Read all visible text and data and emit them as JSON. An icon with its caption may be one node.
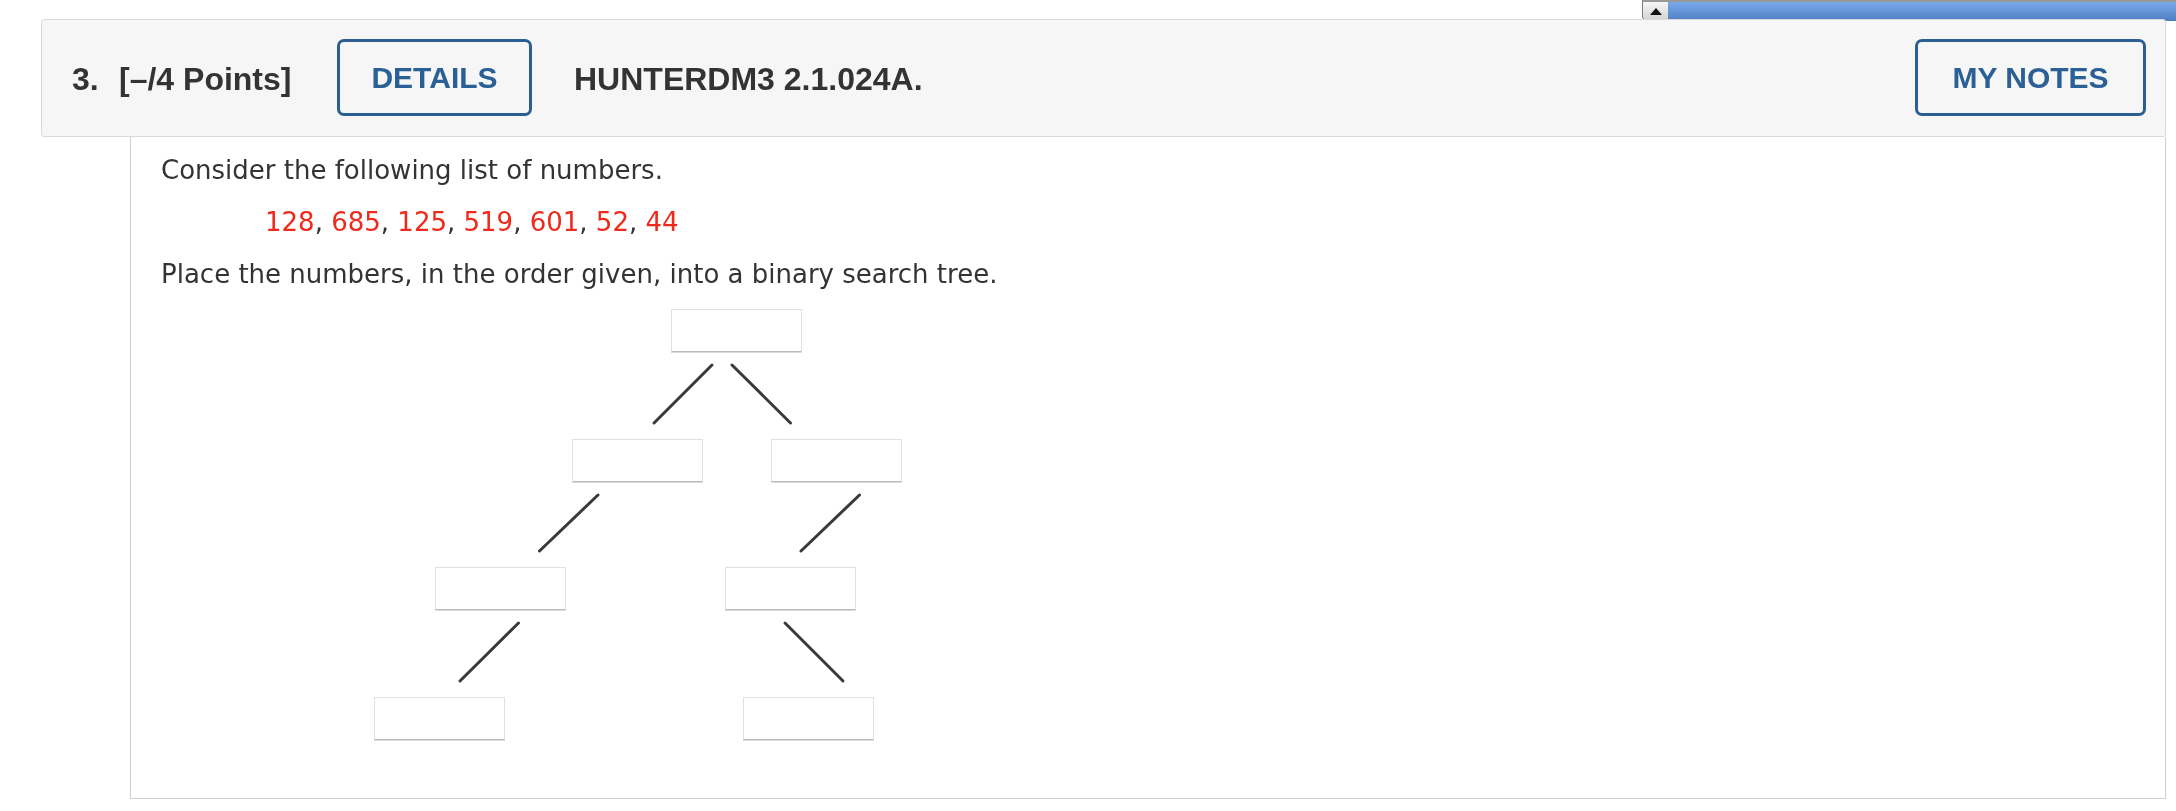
{
  "diagram": {
    "nodes": [
      {
        "text": [],
        "shape": "box"
      },
      {
        "text": [],
        "shape": "box"
      },
      {
        "text": [],
        "shape": "box"
      },
      {
        "text": [],
        "shape": "box"
      },
      {
        "text": [],
        "shape": "box"
      },
      {
        "text": [],
        "shape": "box"
      },
      {
        "text": [],
        "shape": "box"
      }
    ],
    "edges": [
      {
        "from": 0,
        "to": 1,
        "arrow": "none"
      },
      {
        "from": 0,
        "to": 2,
        "arrow": "none"
      },
      {
        "from": 1,
        "to": 3,
        "arrow": "none"
      },
      {
        "from": 2,
        "to": 4,
        "arrow": "none"
      },
      {
        "from": 3,
        "to": 5,
        "arrow": "none"
      },
      {
        "from": 4,
        "to": 6,
        "arrow": "none"
      }
    ],
    "labels": [
      "3.",
      "[–/4 Points]",
      "DETAILS",
      "HUNTERDM3 2.1.024A.",
      "MY NOTES",
      "Consider the following list of numbers.",
      "128, 685, 125, 519, 601, 52, 44",
      "Place the numbers, in the order given, into a binary search tree."
    ]
  }
}
